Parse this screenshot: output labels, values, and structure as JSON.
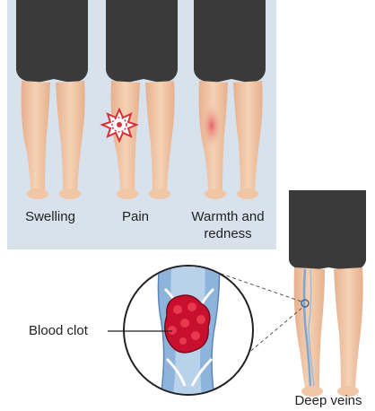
{
  "symptoms": [
    {
      "label": "Swelling"
    },
    {
      "label": "Pain"
    },
    {
      "label": "Warmth and",
      "label2": "redness"
    }
  ],
  "callout": {
    "label": "Blood clot"
  },
  "veins": {
    "label": "Deep veins"
  },
  "colors": {
    "panel_bg": "#d8e2ec",
    "shorts": "#3a3a3a",
    "skin": "#f1c6a4",
    "skin_shade": "#dca685",
    "vein": "#7ea6cf",
    "clot": "#c8102e",
    "pain": "#d6303a"
  }
}
